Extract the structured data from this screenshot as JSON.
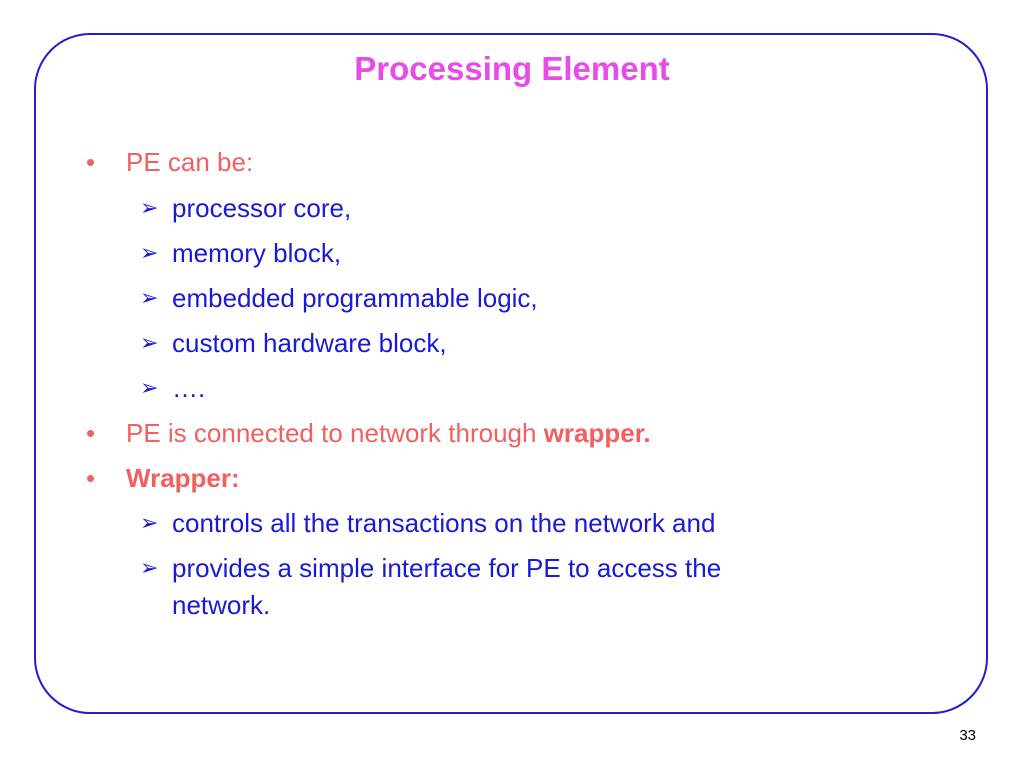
{
  "slide": {
    "title": "Processing Element",
    "page_number": "33",
    "bullet_glyph": "•",
    "sub_glyph": "➢",
    "items": [
      {
        "text": "PE can be:"
      },
      {
        "text": "processor core,"
      },
      {
        "text": "memory block,"
      },
      {
        "text": "embedded programmable logic,"
      },
      {
        "text": "custom hardware block,"
      },
      {
        "text": "…."
      },
      {
        "text": "PE is connected to network through ",
        "emphasis": "wrapper."
      },
      {
        "emphasis": "Wrapper:"
      },
      {
        "text": "controls all the transactions on the network and"
      },
      {
        "text": "provides a simple interface for PE to access the"
      },
      {
        "text": "network."
      }
    ]
  },
  "colors": {
    "frame": "#1f1fd0",
    "title": "#e64ce6",
    "bullet_text": "#f06060",
    "sub_text": "#1a1ad6"
  }
}
